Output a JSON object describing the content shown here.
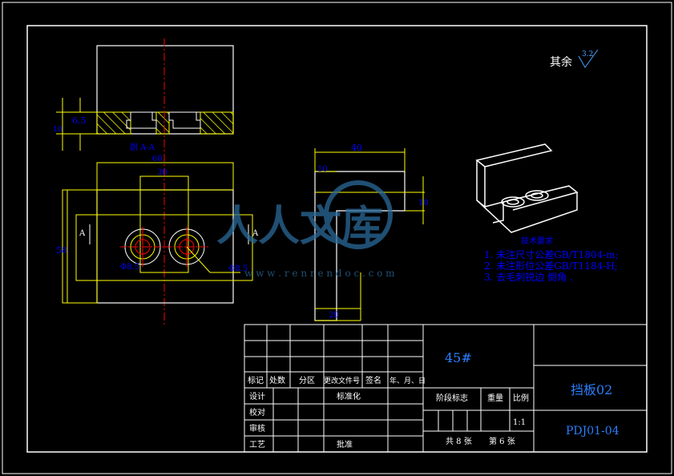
{
  "colors": {
    "background": "#000000",
    "outline": "#ffffff",
    "dimension": "#ffff00",
    "centerline": "#ff0000",
    "text": "#ffffff",
    "notes": "#0000ff",
    "watermark": "#2a6a9a"
  },
  "roughness_note": {
    "label": "其余",
    "value": "3.2"
  },
  "section_label": "剖 A-A",
  "section_view": {
    "dim_depth": "6.5",
    "dim_height": "10"
  },
  "front_view": {
    "dim_top_width": "60",
    "dim_inner_width": "30",
    "dim_left_height": "58",
    "dim_hole": "Φ8.5",
    "dim_hole2": "Φ8.5",
    "arrow_left": "A",
    "arrow_right": "A"
  },
  "side_view": {
    "dim_top": "40",
    "dim_thickness": "10",
    "dim_height": "10",
    "dim_bottom": "20"
  },
  "watermark": {
    "main": "人人文库",
    "url": "w w w . r e n r e n d o c . c o m"
  },
  "tech_notes": {
    "title": "技术要求",
    "items": [
      "1.  未注尺寸公差GB/T1804-m;",
      "2.  未注形位公差GB/T1184-H;",
      "3.  去毛刺锐边 倒角 ."
    ]
  },
  "title_block": {
    "material": "45#",
    "part_name": "挡板02",
    "drawing_no": "PDJ01-04",
    "rev_headers": [
      "标记",
      "处数",
      "分区",
      "更改文件号",
      "签名",
      "年、月、日"
    ],
    "row_labels": [
      "设计",
      "校对",
      "审核",
      "工艺"
    ],
    "standardize": "标准化",
    "approve": "批准",
    "stage_mark": "阶段标志",
    "weight": "重量",
    "scale_label": "比例",
    "scale_value": "1:1",
    "sheets_total": "共 8 张",
    "sheet_no": "第 6 张"
  }
}
